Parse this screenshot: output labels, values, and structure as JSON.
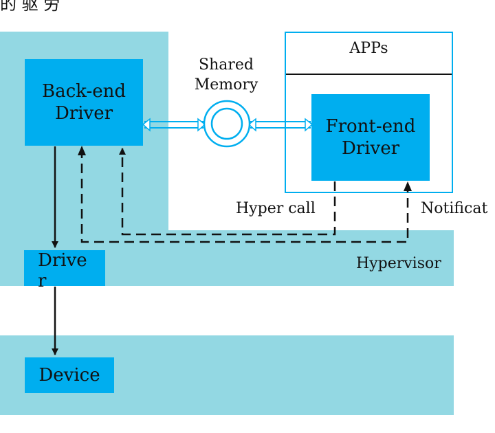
{
  "top_fragment": "的         驱 労",
  "diagram": {
    "backend_driver": "Back-end Driver",
    "frontend_driver": "Front-end Driver",
    "apps": "APPs",
    "shared_memory": "Shared Memory",
    "hyper_call": "Hyper call",
    "notification": "Notificat",
    "hypervisor": "Hypervisor",
    "driver": "Drive r",
    "device": "Device"
  }
}
